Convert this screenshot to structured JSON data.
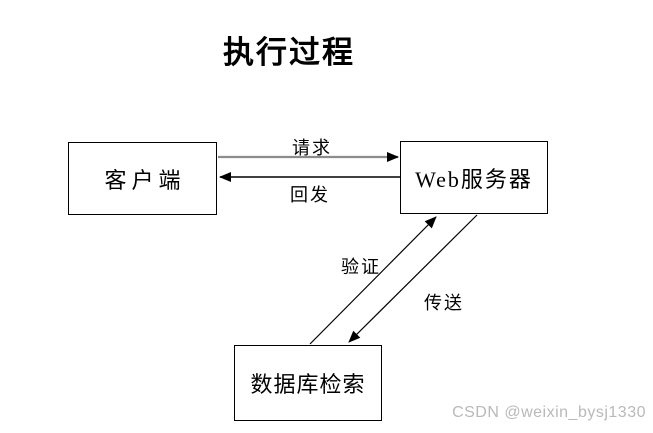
{
  "title": "执行过程",
  "diagram": {
    "nodes": [
      {
        "id": "client",
        "label": "客户端"
      },
      {
        "id": "web-server",
        "label": "Web服务器"
      },
      {
        "id": "database",
        "label": "数据库检索"
      }
    ],
    "edges": [
      {
        "id": "request",
        "label": "请求",
        "from": "client",
        "to": "web-server"
      },
      {
        "id": "postback",
        "label": "回发",
        "from": "web-server",
        "to": "client"
      },
      {
        "id": "verify",
        "label": "验证",
        "from": "database",
        "to": "web-server"
      },
      {
        "id": "transfer",
        "label": "传送",
        "from": "web-server",
        "to": "database"
      }
    ]
  },
  "watermark": "CSDN @weixin_bysj1330",
  "colors": {
    "background": "#ffffff",
    "line": "#000000",
    "request_line": "#8c8c8c",
    "watermark_text": "#b9b9b9"
  }
}
